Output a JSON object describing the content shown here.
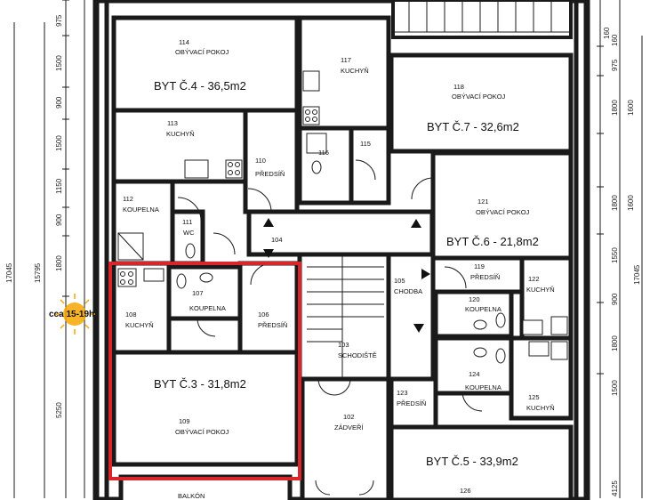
{
  "apartments": {
    "byt4": "BYT Č.4 - 36,5m2",
    "byt7": "BYT Č.7 - 32,6m2",
    "byt6": "BYT Č.6 - 21,8m2",
    "byt3": "BYT Č.3 - 31,8m2",
    "byt5": "BYT Č.5 - 33,9m2"
  },
  "rooms": {
    "r114": {
      "num": "114",
      "name": "OBÝVACÍ POKOJ"
    },
    "r113": {
      "num": "113",
      "name": "KUCHYŇ"
    },
    "r117": {
      "num": "117",
      "name": "KUCHYŇ"
    },
    "r118": {
      "num": "118",
      "name": "OBÝVACÍ POKOJ"
    },
    "r116": {
      "num": "116"
    },
    "r115": {
      "num": "115"
    },
    "r110": {
      "num": "110",
      "name": "PŘEDSÍŇ"
    },
    "r112": {
      "num": "112",
      "name": "KOUPELNA"
    },
    "r111": {
      "num": "111",
      "name": "WC"
    },
    "r104": {
      "num": "104"
    },
    "r121": {
      "num": "121",
      "name": "OBÝVACÍ POKOJ"
    },
    "r107": {
      "num": "107",
      "name": "KOUPELNA"
    },
    "r106": {
      "num": "106",
      "name": "PŘEDSÍŇ"
    },
    "r108": {
      "num": "108",
      "name": "KUCHYŇ"
    },
    "r105": {
      "num": "105",
      "name": "CHODBA"
    },
    "r119": {
      "num": "119",
      "name": "PŘEDSÍŇ"
    },
    "r122": {
      "num": "122",
      "name": "KUCHYŇ"
    },
    "r120": {
      "num": "120",
      "name": "KOUPELNA"
    },
    "r103": {
      "num": "103",
      "name": "SCHODIŠTĚ"
    },
    "r124": {
      "num": "124",
      "name": "KOUPELNA"
    },
    "r123": {
      "num": "123",
      "name": "PŘEDSÍŇ"
    },
    "r125": {
      "num": "125",
      "name": "KUCHYŇ"
    },
    "r109": {
      "num": "109",
      "name": "OBÝVACÍ POKOJ"
    },
    "r102": {
      "num": "102",
      "name": "ZÁDVEŘÍ"
    },
    "r126": {
      "num": "126"
    },
    "balkon": {
      "name": "BALKÓN"
    }
  },
  "sun_note": "cca 15-19h",
  "dimensions": {
    "left_outer": [
      "975",
      "1500",
      "900",
      "1500",
      "1150",
      "900",
      "1800",
      "5250"
    ],
    "left_total_a": "15795",
    "left_total_b": "17045",
    "right_inner": [
      "160",
      "975",
      "1800",
      "1800",
      "1550",
      "900",
      "1800",
      "1500",
      "4125"
    ],
    "right_outer": [
      "1600",
      "1600"
    ],
    "right_total": "17045",
    "top_small": "160"
  },
  "colors": {
    "highlight": "#d9262b",
    "sun": "#f7a600",
    "wall": "#1a1a1a"
  }
}
